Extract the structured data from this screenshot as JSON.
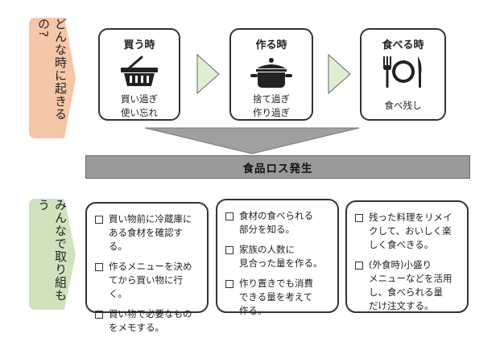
{
  "side_labels": {
    "top": "どんな時に起きるの?",
    "bottom": "みんなで取り組もう"
  },
  "stages": [
    {
      "title": "買う時",
      "icon": "shopping-basket-icon",
      "lines": [
        "買い過ぎ",
        "使い忘れ"
      ]
    },
    {
      "title": "作る時",
      "icon": "cooking-pot-icon",
      "lines": [
        "捨て過ぎ",
        "作り過ぎ"
      ]
    },
    {
      "title": "食べる時",
      "icon": "fork-plate-knife-icon",
      "lines": [
        "食べ残し"
      ]
    }
  ],
  "banner": "食品ロス発生",
  "action_boxes": [
    {
      "items": [
        "買い物前に冷蔵庫に\nある食材を確認する。",
        "作るメニューを決め\nてから買い物に行く。",
        "買い物で必要なもの\nをメモする。"
      ]
    },
    {
      "items": [
        "食材の食べられる\n部分を知る。",
        "家族の人数に\n見合った量を作る。",
        "作り置きでも消費\nできる量を考えて\n作る。"
      ]
    },
    {
      "items": [
        "残った料理をリメイ\nクして、おいしく楽\nしく食べきる。",
        "(外食時)小盛り\nメニューなどを活用\nし、食べられる量\nだけ注文する。"
      ]
    }
  ],
  "colors": {
    "top_label": "#f6c6a8",
    "bottom_label": "#cfe3bd",
    "arrow": "#deeed0",
    "banner": "#9a9a9a",
    "funnel": "#a0a0a0"
  }
}
